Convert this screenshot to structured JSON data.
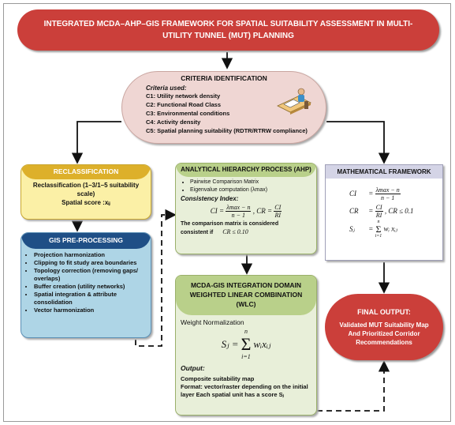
{
  "title": "INTEGRATED MCDA–AHP–GIS FRAMEWORK FOR SPATIAL SUITABILITY ASSESSMENT IN MULTI-UTILITY TUNNEL (MUT) PLANNING",
  "criteria": {
    "heading": "CRITERIA IDENTIFICATION",
    "subheading": "Criteria used:",
    "items": [
      "C1: Utility network density",
      "C2: Functional Road Class",
      "C3: Environmental conditions",
      "C4: Activity density",
      "C5: Spatial planning suitability (RDTR/RTRW compliance)"
    ]
  },
  "reclass": {
    "heading": "RECLASSIFICATION",
    "line1": "Reclassification (1–3/1–5 suitability scale)",
    "line2": "Spatial score :xᵢⱼ"
  },
  "gis": {
    "heading": "GIS PRE-PROCESSING",
    "items": [
      "Projection harmonization",
      "Clipping to fit study area boundaries",
      "Topology correction (removing gaps/ overlaps)",
      "Buffer creation (utility networks)",
      "Spatial integration & attribute consolidation",
      "Vector harmonization"
    ]
  },
  "ahp": {
    "heading": "ANALYTICAL HIERARCHY PROCESS (AHP)",
    "items": [
      "Pairwise Comparison Matrix",
      "Eigenvalue computation (λmax)"
    ],
    "ci_label": "Consistency Index:",
    "eq_ci": "CI =",
    "ci_num": "λmax − n",
    "ci_den": "n − 1",
    "eq_cr": ", CR =",
    "cr_num": "CI",
    "cr_den": "RI",
    "note1": "The comparison matrix is considered",
    "note2": "consistent if",
    "note_eq": "CR ≤ 0.10"
  },
  "math": {
    "heading": "MATHEMATICAL FRAMEWORK",
    "ci_lhs": "CI",
    "ci_num": "λmax − n",
    "ci_den": "n − 1",
    "cr_lhs": "CR",
    "cr_num": "CI",
    "cr_den": "RI",
    "cr_cond": ", CR ≤ 0.1",
    "sj_lhs": "Sⱼ",
    "sj_top": "n",
    "sj_sigma": "Σ",
    "sj_bottom": "i=1",
    "sj_rhs": "wᵢ xᵢⱼ"
  },
  "wlc": {
    "heading": "MCDA-GIS INTEGRATION DOMAIN WEIGHTED LINEAR COMBINATION (WLC)",
    "weight_label": "Weight Normalization",
    "eq_lhs": "Sⱼ =",
    "sum_top": "n",
    "sum_sigma": "Σ",
    "sum_bottom": "i=1",
    "eq_rhs": "wᵢxᵢⱼ",
    "output_label": "Output:",
    "output_lines": [
      "Composite suitability map",
      "Format: vector/raster depending on the initial layer Each spatial unit has a score Sⱼ"
    ]
  },
  "final": {
    "heading": "FINAL OUTPUT:",
    "body": "Validated MUT Suitability Map And Prioritized Corridor Recommendations"
  },
  "colors": {
    "title_bg": "#cb3f3a",
    "criteria_bg": "#efd6d3",
    "reclass_head": "#ddb02a",
    "reclass_body": "#fbf0a6",
    "gis_head": "#1f4f86",
    "gis_body": "#aed5e6",
    "green_head": "#b9d08a",
    "green_body": "#e8efd9",
    "math_head": "#d4d4e6",
    "final_bg": "#cb3f3a"
  }
}
